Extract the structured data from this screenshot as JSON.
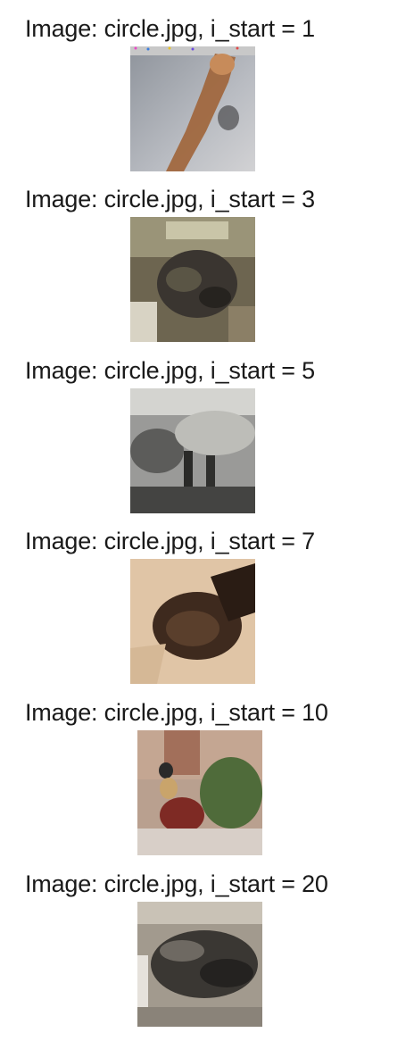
{
  "entries": [
    {
      "caption": "Image: circle.jpg, i_start = 1"
    },
    {
      "caption": "Image: circle.jpg, i_start = 3"
    },
    {
      "caption": "Image: circle.jpg, i_start = 5"
    },
    {
      "caption": "Image: circle.jpg, i_start = 7"
    },
    {
      "caption": "Image: circle.jpg, i_start = 10"
    },
    {
      "caption": "Image: circle.jpg, i_start = 20"
    }
  ]
}
